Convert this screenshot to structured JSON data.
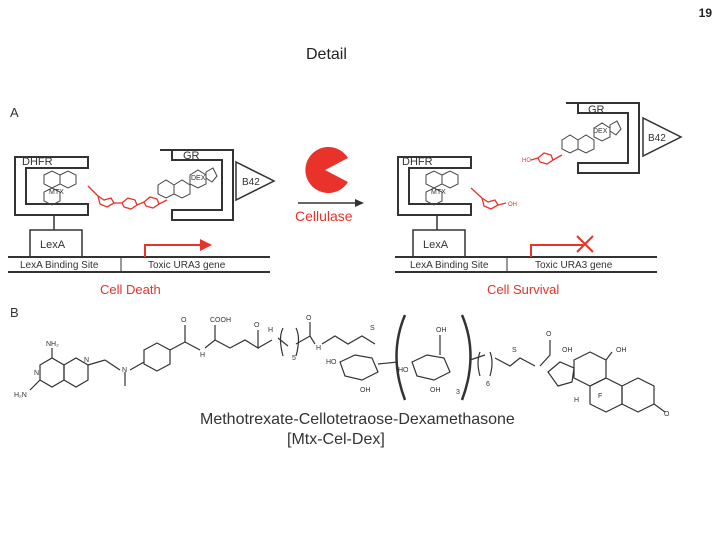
{
  "slide": {
    "number": "19",
    "title": "Detail"
  },
  "panel_a": {
    "letter": "A",
    "left": {
      "dhfr": "DHFR",
      "mtx": "MTX",
      "gr": "GR",
      "dex": "DEX",
      "b42": "B42",
      "lexa": "LexA",
      "binding_site": "LexA Binding Site",
      "gene": "Toxic URA3 gene",
      "outcome": "Cell Death"
    },
    "enzyme_label": "Cellulase",
    "right": {
      "dhfr": "DHFR",
      "mtx": "MTX",
      "gr": "GR",
      "dex": "DEX",
      "b42": "B42",
      "lexa": "LexA",
      "binding_site": "LexA Binding Site",
      "gene": "Toxic URA3 gene",
      "outcome": "Cell Survival"
    },
    "colors": {
      "accent": "#e8322a",
      "line": "#333333"
    }
  },
  "panel_b": {
    "letter": "B",
    "labels": {
      "nh2": "NH₂",
      "h2n": "H₂N",
      "n": "N",
      "o": "O",
      "cooh": "COOH",
      "h": "H",
      "oh": "OH",
      "ho": "HO",
      "s": "S",
      "f": "F",
      "sub5": "5",
      "sub3": "3",
      "sub6": "6"
    },
    "caption_line1": "Methotrexate-Cellotetraose-Dexamethasone",
    "caption_line2": "[Mtx-Cel-Dex]"
  }
}
